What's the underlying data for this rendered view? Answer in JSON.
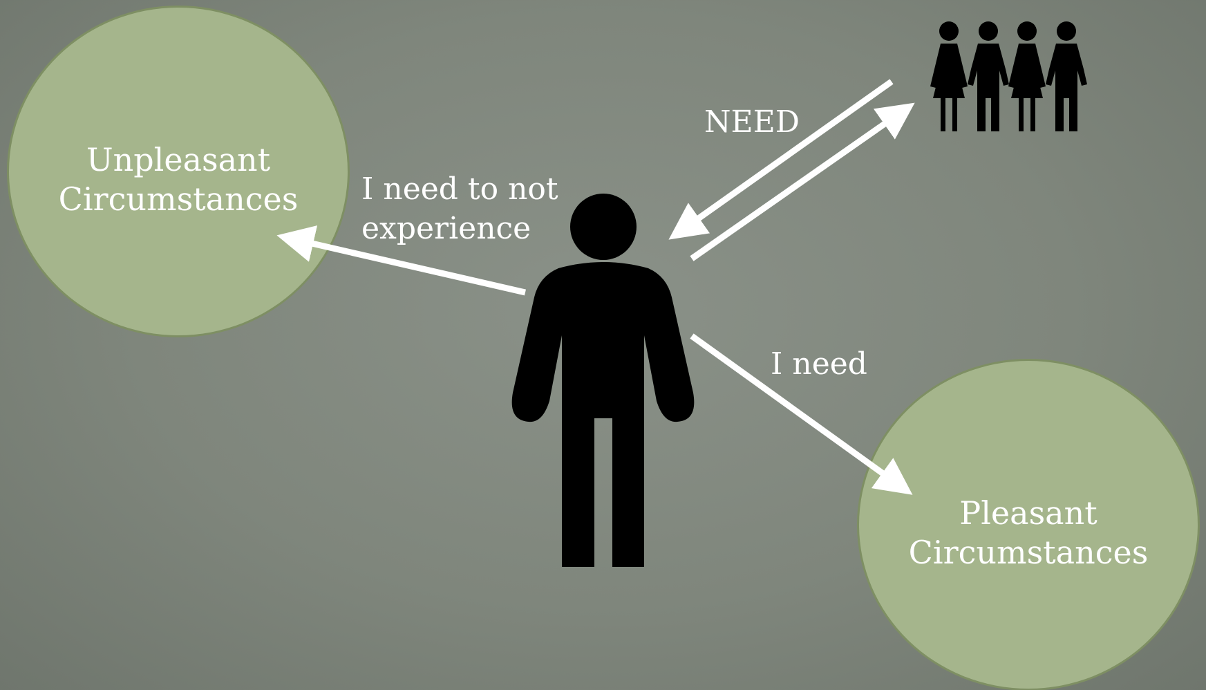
{
  "diagram": {
    "unpleasant_circle": {
      "line1": "Unpleasant",
      "line2": "Circumstances"
    },
    "pleasant_circle": {
      "line1": "Pleasant",
      "line2": "Circumstances"
    },
    "labels": {
      "avoid_line1": "I need to not",
      "avoid_line2": "experience",
      "need_from_group": "NEED",
      "need_pleasant": "I need"
    }
  },
  "colors": {
    "background": "#7f867c",
    "circle_fill": "#a5b58c",
    "circle_border": "#7e8f63",
    "figures": "#000000",
    "arrows": "#ffffff",
    "text": "#ffffff"
  },
  "icons": [
    "person-icon",
    "group-of-people-icon"
  ]
}
